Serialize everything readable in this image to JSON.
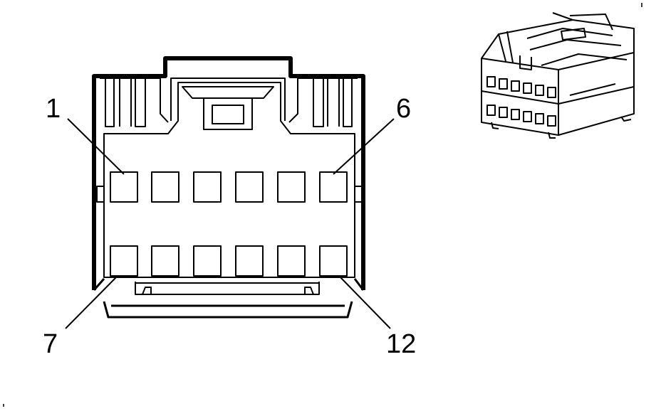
{
  "colors": {
    "line": "#000000",
    "background": "#ffffff"
  },
  "pin_labels": {
    "top_left": "1",
    "top_right": "6",
    "bottom_left": "7",
    "bottom_right": "12"
  },
  "connector": {
    "rows": 2,
    "pins_per_row": 6
  },
  "icons": [
    "connector-face-view",
    "connector-isometric-view"
  ]
}
